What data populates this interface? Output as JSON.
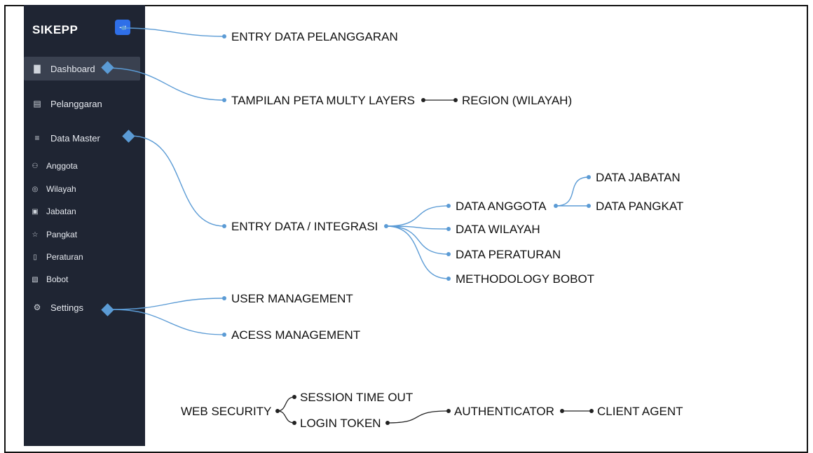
{
  "sidebar": {
    "brand": "SIKEPP",
    "toggle_icon": "sign-in-icon",
    "items": [
      {
        "label": "Dashboard",
        "icon": "bar-chart-icon"
      },
      {
        "label": "Pelanggaran",
        "icon": "document-icon"
      },
      {
        "label": "Data Master",
        "icon": "menu-icon"
      },
      {
        "label": "Settings",
        "icon": "gear-icon"
      }
    ],
    "subitems": [
      {
        "label": "Anggota",
        "icon": "users-icon"
      },
      {
        "label": "Wilayah",
        "icon": "location-pin-icon"
      },
      {
        "label": "Jabatan",
        "icon": "id-card-icon"
      },
      {
        "label": "Pangkat",
        "icon": "star-icon"
      },
      {
        "label": "Peraturan",
        "icon": "book-icon"
      },
      {
        "label": "Bobot",
        "icon": "weight-icon"
      }
    ]
  },
  "diagram": {
    "accent": "#5b9bd5",
    "nodes": {
      "entry_pelanggaran": "ENTRY DATA PELANGGARAN",
      "tampilan_peta": "TAMPILAN PETA MULTY LAYERS",
      "region": "REGION (WILAYAH)",
      "entry_integrasi": "ENTRY DATA / INTEGRASI",
      "data_anggota": "DATA ANGGOTA",
      "data_jabatan": "DATA JABATAN",
      "data_pangkat": "DATA PANGKAT",
      "data_wilayah": "DATA WILAYAH",
      "data_peraturan": "DATA PERATURAN",
      "methodology_bobot": "METHODOLOGY BOBOT",
      "user_management": "USER MANAGEMENT",
      "acess_management": "ACESS MANAGEMENT",
      "web_security": "WEB SECURITY",
      "session_time_out": "SESSION TIME OUT",
      "login_token": "LOGIN TOKEN",
      "authenticator": "AUTHENTICATOR",
      "client_agent": "CLIENT AGENT"
    }
  }
}
